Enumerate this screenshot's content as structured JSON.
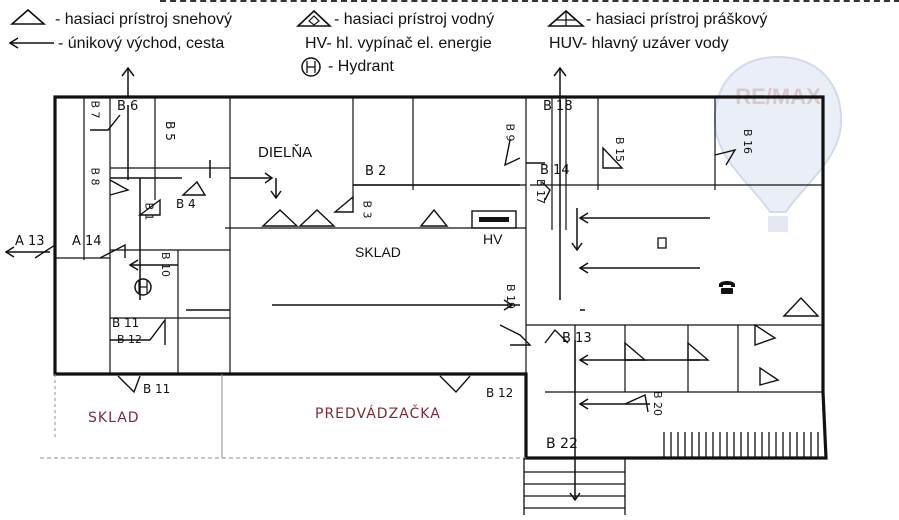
{
  "legend": {
    "snow": "- hasiaci prístroj snehový",
    "water": "- hasiaci prístroj vodný",
    "powder": "- hasiaci prístroj  práškový",
    "escape": "- únikový východ, cesta",
    "hv": "HV- hl. vypínač el. energie",
    "huv": "HUV- hlavný uzáver vody",
    "hydrant": "- Hydrant"
  },
  "rooms": {
    "dielna": "DIELŇA",
    "sklad_main": "SKLAD",
    "hv": "HV",
    "sklad_lower": "SKLAD",
    "predvadzacka": "PREDVÁDZAČKA"
  },
  "marks": {
    "b6": "B 6",
    "b5": "B 5",
    "b7": "B 7",
    "b8": "B 8",
    "b4": "B 4",
    "b2": "B 2",
    "b3": "B 3",
    "b18": "B 18",
    "b9": "B 9",
    "b14": "B 14",
    "b15": "B 15",
    "b16": "B 16",
    "b1": "B 1",
    "b10": "B 10",
    "b11a": "B 11",
    "b12a": "B 12",
    "b11b": "B 11",
    "b12b": "B 12",
    "b13": "B 13",
    "b17": "B 17",
    "b22": "B 22",
    "b20": "B 20",
    "a13": "A 13",
    "a14": "A 14",
    "b19": "B 19"
  },
  "icons": [
    "snow-extinguisher-icon",
    "water-extinguisher-icon",
    "powder-extinguisher-icon",
    "escape-arrow-icon",
    "hydrant-icon",
    "telephone-icon",
    "remax-balloon-logo"
  ],
  "colors": {
    "ink": "#111111",
    "handwriting_red": "#7a2b3a",
    "watermark": "#c9d3e6"
  }
}
